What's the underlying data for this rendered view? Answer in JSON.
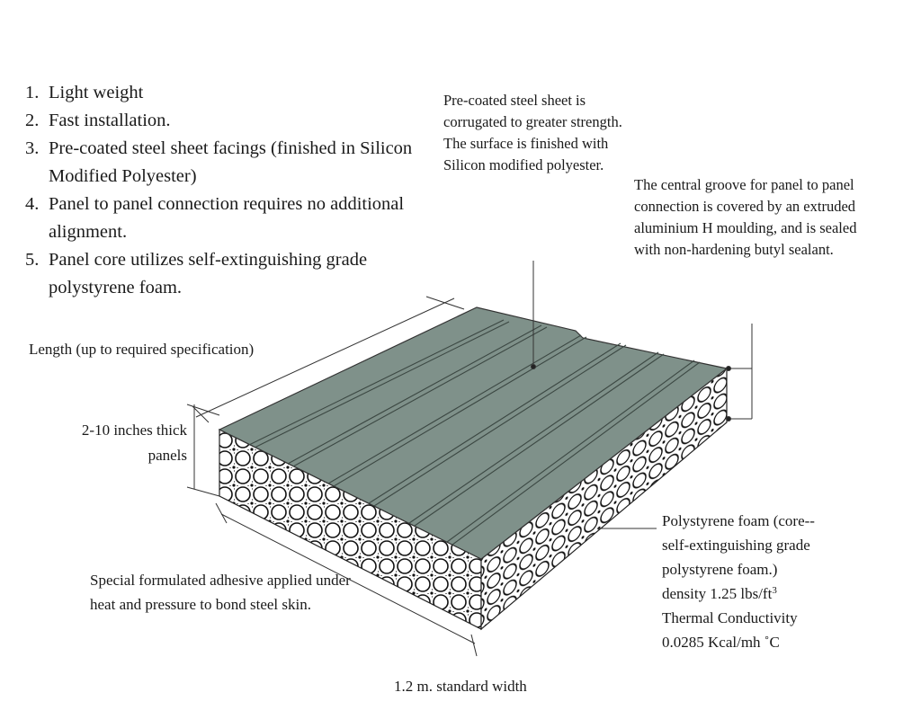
{
  "features": [
    {
      "num": "1.",
      "text": "Light weight"
    },
    {
      "num": "2.",
      "text": "Fast installation."
    },
    {
      "num": "3.",
      "text": "Pre-coated steel sheet facings (finished in Silicon Modified Polyester)"
    },
    {
      "num": "4.",
      "text": "Panel to panel connection requires no additional alignment."
    },
    {
      "num": "5.",
      "text": "Panel core utilizes self-extinguishing grade polystyrene foam."
    }
  ],
  "labels": {
    "steel_sheet": "Pre-coated steel sheet is corrugated to greater strength.  The surface is finished with Silicon modified polyester.",
    "central_groove": "The central groove for panel to panel connection is covered by an extruded aluminium H moulding, and is sealed with non-hardening butyl sealant.",
    "length": "Length (up to required specification)",
    "thickness": "2-10 inches thick panels",
    "adhesive": "Special formulated adhesive applied under heat and pressure to bond steel skin.",
    "foam_line1": "Polystyrene foam (core--",
    "foam_line2": "self-extinguishing grade",
    "foam_line3": "polystyrene foam.)",
    "foam_density_text": "density 1.25 lbs/ft",
    "foam_density_exp": "3",
    "foam_conductivity_label": "Thermal Conductivity",
    "foam_conductivity_value": "0.0285 Kcal/mh ˚C",
    "width": "1.2 m. standard width"
  },
  "colors": {
    "steel_skin": "#7f918a",
    "foam_pattern": "#111111",
    "line": "#333333"
  }
}
